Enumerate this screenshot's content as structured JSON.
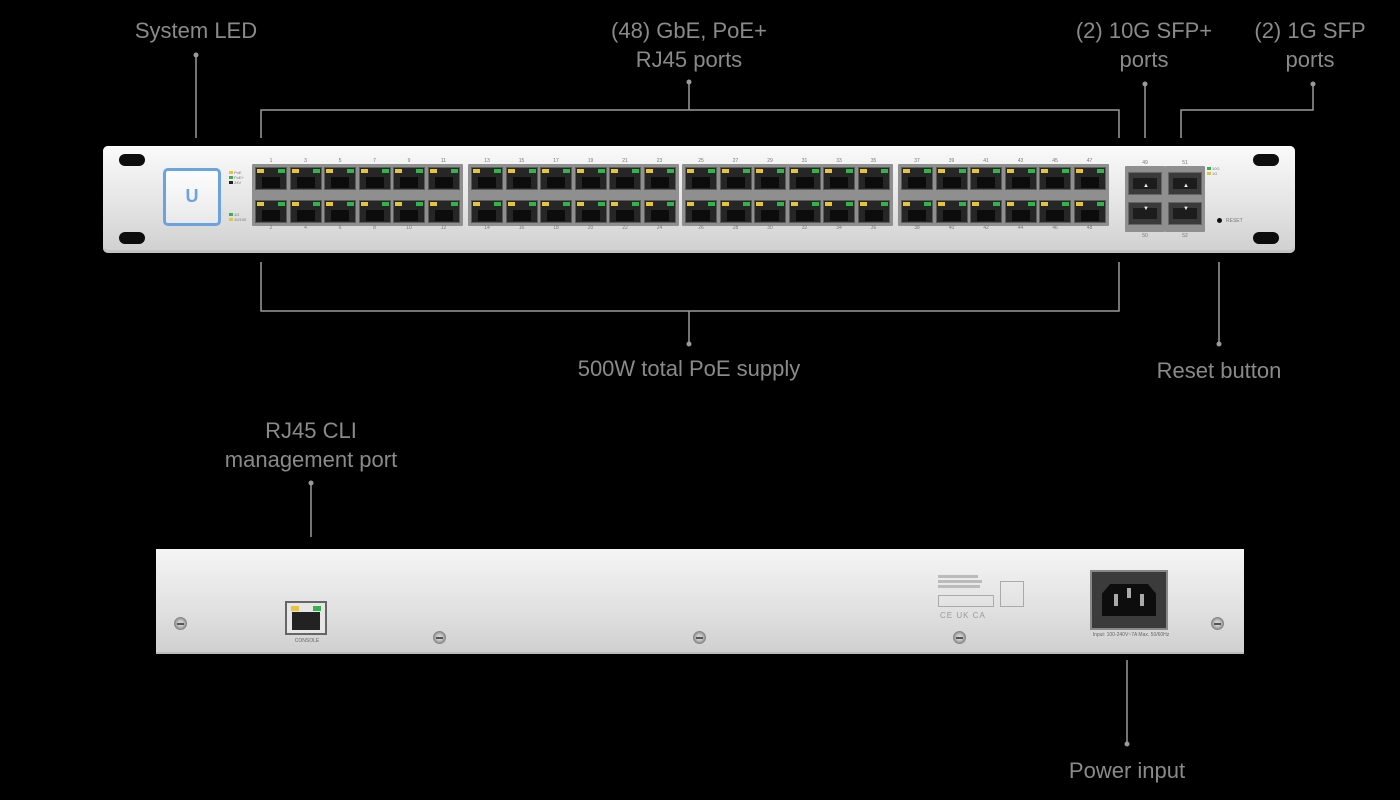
{
  "labels": {
    "system_led": [
      "System LED"
    ],
    "rj45_ports": [
      "(48) GbE, PoE+",
      "RJ45 ports"
    ],
    "sfp_plus_ports": [
      "(2) 10G SFP+",
      "ports"
    ],
    "sfp_ports": [
      "(2) 1G SFP",
      "ports"
    ],
    "poe_supply": [
      "500W total PoE supply"
    ],
    "reset_button": [
      "Reset button"
    ],
    "cli_port": [
      "RJ45 CLI",
      "management port"
    ],
    "power_input": [
      "Power input"
    ]
  },
  "front_panel": {
    "logo": "U",
    "top_port_numbers": [
      "1",
      "3",
      "5",
      "7",
      "9",
      "11",
      "13",
      "15",
      "17",
      "19",
      "21",
      "23",
      "25",
      "27",
      "29",
      "31",
      "33",
      "35",
      "37",
      "39",
      "41",
      "43",
      "45",
      "47"
    ],
    "bottom_port_numbers": [
      "2",
      "4",
      "6",
      "8",
      "10",
      "12",
      "14",
      "16",
      "18",
      "20",
      "22",
      "24",
      "26",
      "28",
      "30",
      "32",
      "34",
      "36",
      "38",
      "40",
      "42",
      "44",
      "46",
      "48"
    ],
    "sfp_numbers": {
      "top_left": "49",
      "top_right": "51",
      "bottom_left": "50",
      "bottom_right": "52"
    },
    "reset_text": "RESET",
    "led_legend_a": [
      "PoE",
      "PoE+",
      "24V"
    ],
    "led_legend_b": [
      "1G",
      "10/100"
    ],
    "status_legend": [
      "10G",
      "1G"
    ]
  },
  "rear_panel": {
    "console_label": "CONSOLE",
    "power_label": "Input: 100-240V~7A Max. 50/60Hz",
    "cert_marks": "CE UK CA"
  },
  "colors": {
    "background": "#000000",
    "label_text": "#8a8a8a",
    "callout_line": "#9a9a9a",
    "led_ring": "#6aa3de",
    "link_amber": "#e8c43a",
    "link_green": "#2fb54a"
  }
}
